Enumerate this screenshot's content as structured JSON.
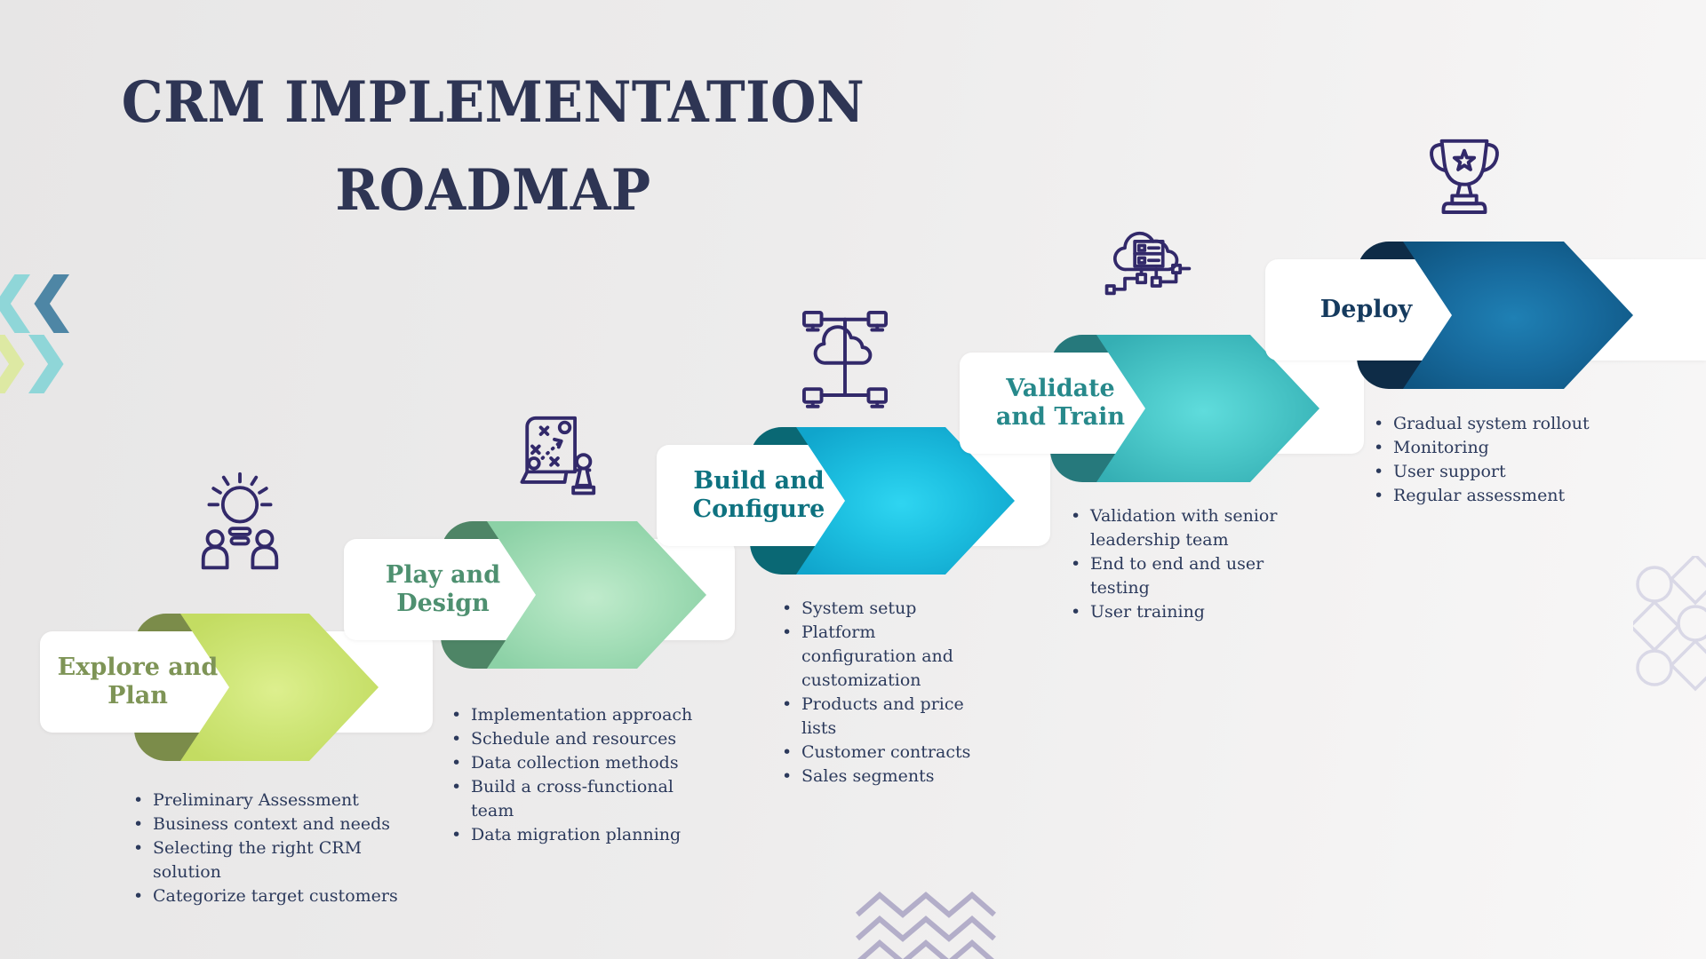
{
  "title": {
    "line1": "CRM IMPLEMENTATION",
    "line2": "ROADMAP",
    "color": "#2e3554"
  },
  "stages": [
    {
      "id": "explore-and-plan",
      "label": "Explore and Plan",
      "label_lines": [
        "Explore and",
        "Plan"
      ],
      "icon": "teamwork-idea-icon",
      "arrow_color": "#c3dc62",
      "band_color": "#7b8c4a",
      "label_color": "#7e9456",
      "bullets": [
        "Preliminary Assessment",
        "Business context and needs",
        "Selecting the right CRM solution",
        "Categorize target customers"
      ]
    },
    {
      "id": "play-and-design",
      "label": "Play and Design",
      "label_lines": [
        "Play and Design"
      ],
      "icon": "strategy-plan-icon",
      "arrow_color": "#8cd1a6",
      "band_color": "#4e8566",
      "label_color": "#4e9070",
      "bullets": [
        "Implementation approach",
        "Schedule and resources",
        "Data collection methods",
        "Build a cross-functional team",
        "Data migration planning"
      ]
    },
    {
      "id": "build-and-configure",
      "label": "Build and Configure",
      "label_lines": [
        "Build and",
        "Configure"
      ],
      "icon": "cloud-network-icon",
      "arrow_color": "#10a5cc",
      "band_color": "#0a6874",
      "label_color": "#0e7280",
      "bullets": [
        "System setup",
        "Platform configuration and customization",
        "Products and price lists",
        "Customer contracts",
        "Sales segments"
      ]
    },
    {
      "id": "validate-and-train",
      "label": "Validate and Train",
      "label_lines": [
        "Validate",
        "and Train"
      ],
      "icon": "cloud-server-icon",
      "arrow_color": "#35afb4",
      "band_color": "#26797c",
      "label_color": "#27898b",
      "bullets": [
        "Validation with senior leadership team",
        "End to end and user testing",
        "User training"
      ]
    },
    {
      "id": "deploy",
      "label": "Deploy",
      "label_lines": [
        "Deploy"
      ],
      "icon": "trophy-icon",
      "arrow_color": "#0f5581",
      "band_color": "#0e2c47",
      "label_color": "#153a5e",
      "bullets": [
        "Gradual system rollout",
        "Monitoring",
        "User support",
        "Regular assessment"
      ]
    }
  ],
  "bullet_text_color": "#2c3a5c",
  "icon_stroke_color": "#32296a",
  "decorations": {
    "left_chevron_colors": [
      "#8fd6d8",
      "#4e86a5",
      "#dde9a3",
      "#8fd6d8"
    ],
    "zigzag_color": "#b3aec9",
    "shapes_outline_color": "#d9d8e6"
  }
}
